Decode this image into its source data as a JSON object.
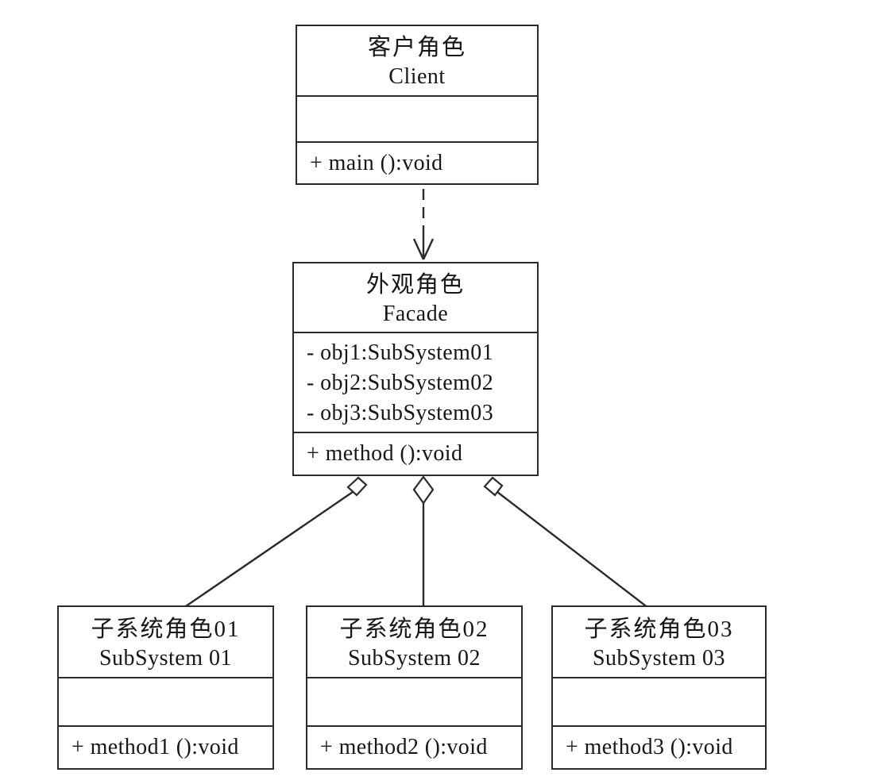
{
  "canvas": {
    "background": "#ffffff",
    "line_color": "#2a2a2a",
    "text_color": "#161616"
  },
  "classes": {
    "client": {
      "name_zh": "客户角色",
      "name_en": "Client",
      "attributes": [],
      "methods": [
        "+ main ():void"
      ]
    },
    "facade": {
      "name_zh": "外观角色",
      "name_en": "Facade",
      "attributes": [
        "- obj1:SubSystem01",
        "- obj2:SubSystem02",
        "- obj3:SubSystem03"
      ],
      "methods": [
        "+ method ():void"
      ]
    },
    "subsystem1": {
      "name_zh": "子系统角色01",
      "name_en": "SubSystem 01",
      "attributes": [],
      "methods": [
        "+ method1 ():void"
      ]
    },
    "subsystem2": {
      "name_zh": "子系统角色02",
      "name_en": "SubSystem 02",
      "attributes": [],
      "methods": [
        "+ method2 ():void"
      ]
    },
    "subsystem3": {
      "name_zh": "子系统角色03",
      "name_en": "SubSystem 03",
      "attributes": [],
      "methods": [
        "+ method3 ():void"
      ]
    }
  },
  "relations": [
    {
      "from": "Client",
      "to": "Facade",
      "type": "dependency",
      "line": "dashed",
      "marker": "open-arrow"
    },
    {
      "from": "Facade",
      "to": "SubSystem 01",
      "type": "aggregation",
      "line": "solid",
      "marker": "hollow-diamond"
    },
    {
      "from": "Facade",
      "to": "SubSystem 02",
      "type": "aggregation",
      "line": "solid",
      "marker": "hollow-diamond"
    },
    {
      "from": "Facade",
      "to": "SubSystem 03",
      "type": "aggregation",
      "line": "solid",
      "marker": "hollow-diamond"
    }
  ]
}
